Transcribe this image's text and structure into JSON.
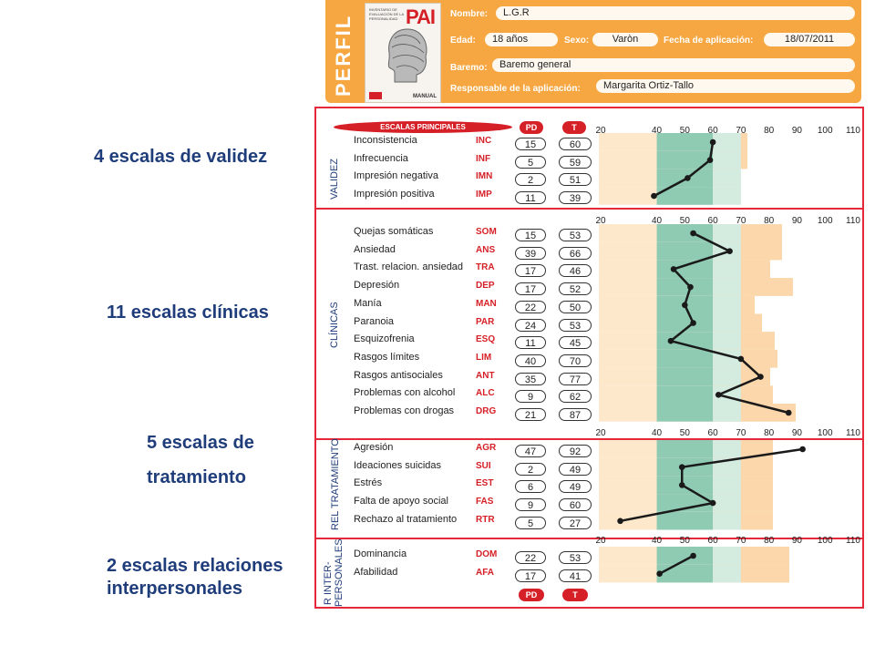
{
  "left_labels": {
    "validez": "4 escalas de validez",
    "clinicas": "11 escalas clínicas",
    "tratamiento_1": "5 escalas de",
    "tratamiento_2": "tratamiento",
    "interpersonales_1": "2 escalas relaciones",
    "interpersonales_2": "interpersonales"
  },
  "header": {
    "perfil": "PERFIL",
    "book_title": "INVENTARIO DE EVALUACIÓN DE LA PERSONALIDAD",
    "book_pai": "PAI",
    "book_manual": "MANUAL",
    "nombre_label": "Nombre:",
    "nombre": "L.G.R",
    "edad_label": "Edad:",
    "edad": "18 años",
    "sexo_label": "Sexo:",
    "sexo": "Varòn",
    "fecha_label": "Fecha de aplicación:",
    "fecha": "18/07/2011",
    "baremo_label": "Baremo:",
    "baremo": "Baremo general",
    "responsable_label": "Responsable de la aplicación:",
    "responsable": "Margarita Ortiz-Tallo"
  },
  "columns": {
    "escalas_principales": "ESCALAS PRINCIPALES",
    "pd": "PD",
    "t": "T"
  },
  "section_labels": {
    "validez": "VALIDEZ",
    "clinicas": "CLÍNICAS",
    "tratamiento": "REL TRATAMIENTO",
    "inter_1": "R INTER-",
    "inter_2": "PERSONALES"
  },
  "chart_data": {
    "type": "line",
    "x_axis_ticks": [
      "20",
      "40",
      "50",
      "60",
      "70",
      "80",
      "90",
      "100",
      "110"
    ],
    "xlim": [
      20,
      110
    ],
    "sections": [
      {
        "name": "VALIDEZ",
        "rows": [
          {
            "scale": "Inconsistencia",
            "code": "INC",
            "pd": "15",
            "t": 60
          },
          {
            "scale": "Infrecuencia",
            "code": "INF",
            "pd": "5",
            "t": 59
          },
          {
            "scale": "Impresión negativa",
            "code": "IMN",
            "pd": "2",
            "t": 51
          },
          {
            "scale": "Impresión positiva",
            "code": "IMP",
            "pd": "11",
            "t": 39
          }
        ]
      },
      {
        "name": "CLÍNICAS",
        "rows": [
          {
            "scale": "Quejas somáticas",
            "code": "SOM",
            "pd": "15",
            "t": 53
          },
          {
            "scale": "Ansiedad",
            "code": "ANS",
            "pd": "39",
            "t": 66
          },
          {
            "scale": "Trast. relacion. ansiedad",
            "code": "TRA",
            "pd": "17",
            "t": 46
          },
          {
            "scale": "Depresión",
            "code": "DEP",
            "pd": "17",
            "t": 52
          },
          {
            "scale": "Manía",
            "code": "MAN",
            "pd": "22",
            "t": 50
          },
          {
            "scale": "Paranoia",
            "code": "PAR",
            "pd": "24",
            "t": 53
          },
          {
            "scale": "Esquizofrenia",
            "code": "ESQ",
            "pd": "11",
            "t": 45
          },
          {
            "scale": "Rasgos límites",
            "code": "LIM",
            "pd": "40",
            "t": 70
          },
          {
            "scale": "Rasgos antisociales",
            "code": "ANT",
            "pd": "35",
            "t": 77
          },
          {
            "scale": "Problemas con alcohol",
            "code": "ALC",
            "pd": "9",
            "t": 62
          },
          {
            "scale": "Problemas con drogas",
            "code": "DRG",
            "pd": "21",
            "t": 87
          }
        ]
      },
      {
        "name": "REL TRATAMIENTO",
        "rows": [
          {
            "scale": "Agresión",
            "code": "AGR",
            "pd": "47",
            "t": 92
          },
          {
            "scale": "Ideaciones suicidas",
            "code": "SUI",
            "pd": "2",
            "t": 49
          },
          {
            "scale": "Estrés",
            "code": "EST",
            "pd": "6",
            "t": 49
          },
          {
            "scale": "Falta de apoyo social",
            "code": "FAS",
            "pd": "9",
            "t": 60
          },
          {
            "scale": "Rechazo al tratamiento",
            "code": "RTR",
            "pd": "5",
            "t": 27
          }
        ]
      },
      {
        "name": "R INTER-PERSONALES",
        "rows": [
          {
            "scale": "Dominancia",
            "code": "DOM",
            "pd": "22",
            "t": 53
          },
          {
            "scale": "Afabilidad",
            "code": "AFA",
            "pd": "17",
            "t": 41
          }
        ]
      }
    ],
    "colors": {
      "normal_band": "#8fcbb3",
      "light_band": "#d4ebe0",
      "orange_band": "#fbd7ab",
      "light_orange_band": "#fde8cc",
      "line": "#1a1a1a",
      "frame": "#e5283a",
      "header": "#f6a741"
    }
  }
}
